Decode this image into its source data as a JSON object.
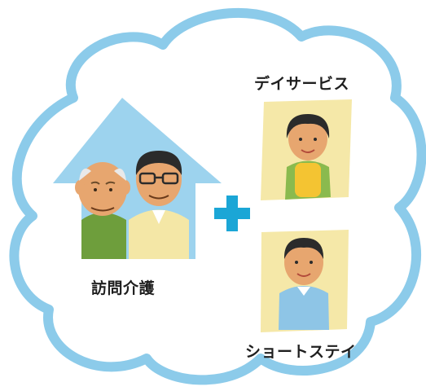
{
  "labels": {
    "day_service": "デイサービス",
    "home_visit": "訪問介護",
    "short_stay": "ショートステイ"
  },
  "colors": {
    "cloud_border": "#8ccbea",
    "house": "#9dd3ee",
    "plus": "#1ba6d6",
    "photo": "#f5e8a8",
    "text": "#1f1f1f"
  },
  "icons": [
    "cloud-frame",
    "house-icon",
    "plus-icon",
    "caregiver-woman-photo",
    "caregiver-man-photo",
    "elderly-couple-illustration"
  ]
}
